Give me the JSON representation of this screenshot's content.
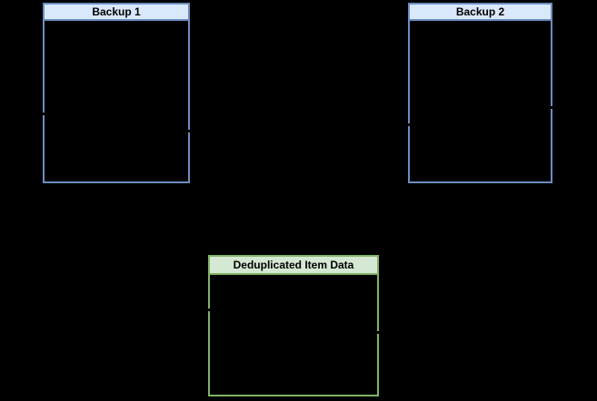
{
  "diagram": {
    "background_color": "#000000",
    "text_color": "#000000",
    "boxes": [
      {
        "id": "backup1",
        "label": "Backup 1",
        "header_fill": "#dae8fc",
        "border_color": "#6c8ebf",
        "body_fill": "#000000"
      },
      {
        "id": "backup2",
        "label": "Backup 2",
        "header_fill": "#dae8fc",
        "border_color": "#6c8ebf",
        "body_fill": "#000000"
      },
      {
        "id": "dedup",
        "label": "Deduplicated Item Data",
        "header_fill": "#d5e8d4",
        "border_color": "#82b366",
        "body_fill": "#000000"
      }
    ],
    "connector_stubs": {
      "color": "#000000",
      "count": 6,
      "description": "short black connector-line ends crossing box borders"
    }
  }
}
